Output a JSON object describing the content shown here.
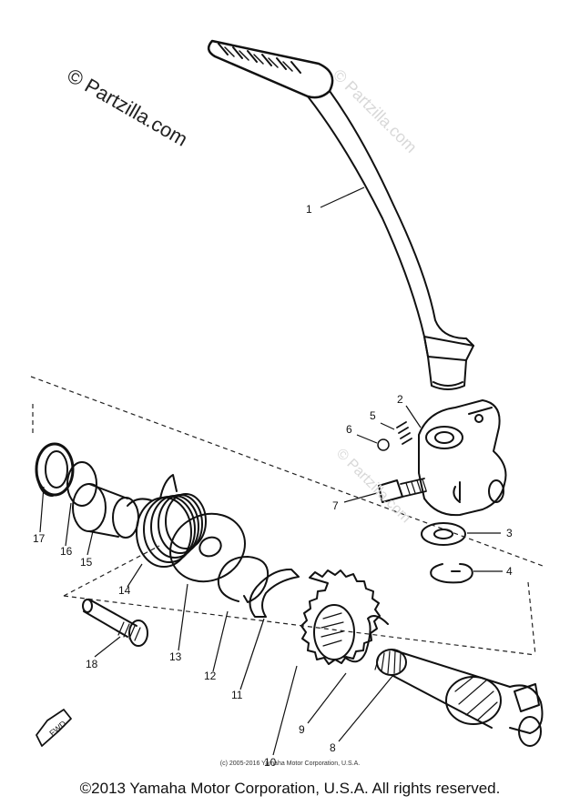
{
  "watermarks": {
    "main": "© Partzilla.com",
    "faint_1": "© Partzilla.com",
    "faint_2": "© Partzilla.com"
  },
  "callouts": [
    "1",
    "2",
    "3",
    "4",
    "5",
    "6",
    "7",
    "8",
    "9",
    "10",
    "11",
    "12",
    "13",
    "14",
    "15",
    "16",
    "17",
    "18"
  ],
  "fwd_mark": "FWD",
  "copyright_small": "(c) 2005-2016 Yamaha Motor Corporation, U.S.A.",
  "copyright_main": "©2013 Yamaha Motor Corporation, U.S.A. All rights reserved."
}
